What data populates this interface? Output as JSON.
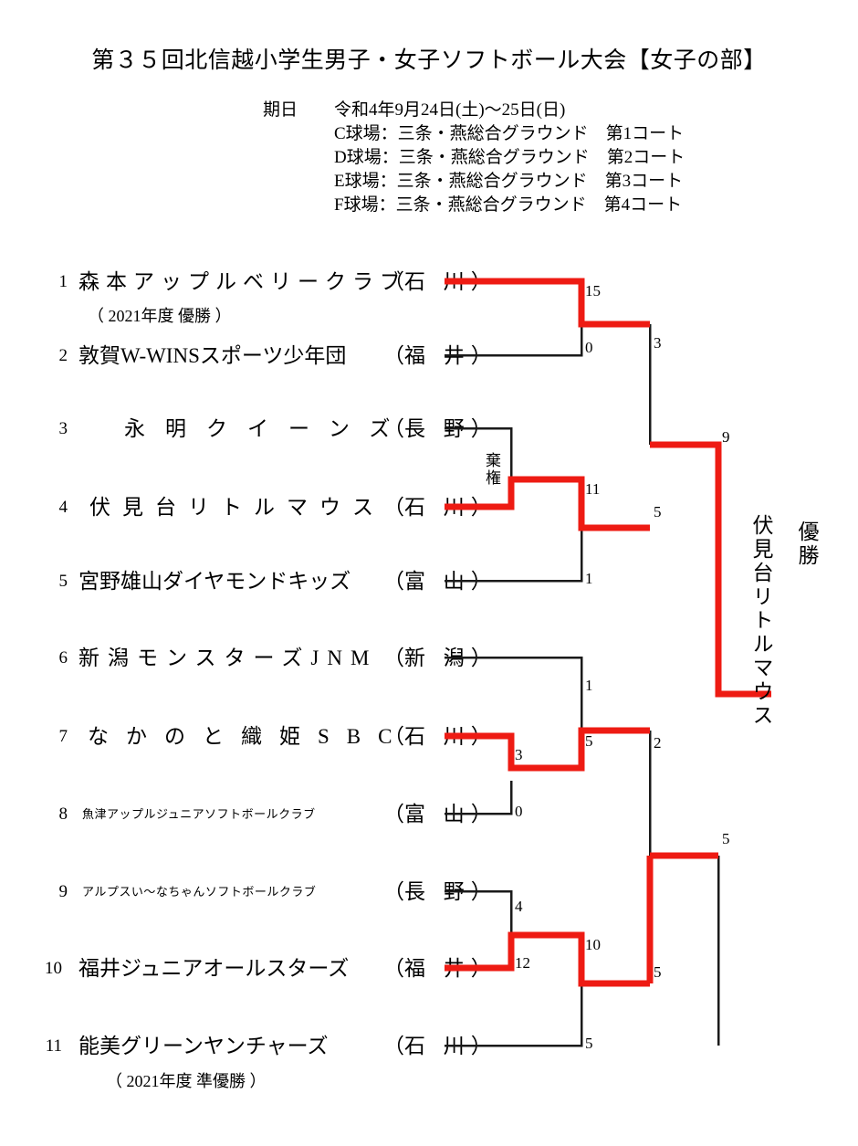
{
  "header": {
    "title": "第３５回北信越小学生男子・女子ソフトボール大会【女子の部】",
    "date_label": "期日",
    "date_value": "令和4年9月24日(土)〜25日(日)",
    "venues": [
      "C球場：三条・燕総合グラウンド　第1コート",
      "D球場：三条・燕総合グラウンド　第2コート",
      "E球場：三条・燕総合グラウンド　第3コート",
      "F球場：三条・燕総合グラウンド　第4コート"
    ]
  },
  "teams": [
    {
      "seed": "1",
      "name": "森本アップルベリークラブ",
      "pref": "石 川",
      "note": "（ 2021年度 優勝 ）"
    },
    {
      "seed": "2",
      "name": "敦賀W-WINSスポーツ少年団",
      "pref": "福 井",
      "note": ""
    },
    {
      "seed": "3",
      "name": "永明クイーンズ",
      "pref": "長 野",
      "note": ""
    },
    {
      "seed": "4",
      "name": "伏見台リトルマウス",
      "pref": "石 川",
      "note": ""
    },
    {
      "seed": "5",
      "name": "宮野雄山ダイヤモンドキッズ",
      "pref": "富 山",
      "note": ""
    },
    {
      "seed": "6",
      "name": "新潟モンスターズJNM",
      "pref": "新 潟",
      "note": ""
    },
    {
      "seed": "7",
      "name": "なかのと織姫SBC",
      "pref": "石 川",
      "note": ""
    },
    {
      "seed": "8",
      "name": "魚津アップルジュニアソフトボールクラブ",
      "pref": "富 山",
      "note": ""
    },
    {
      "seed": "9",
      "name": "アルプスい〜なちゃんソフトボールクラブ",
      "pref": "長 野",
      "note": ""
    },
    {
      "seed": "10",
      "name": "福井ジュニアオールスターズ",
      "pref": "福 井",
      "note": ""
    },
    {
      "seed": "11",
      "name": "能美グリーンヤンチャーズ",
      "pref": "石 川",
      "note": "（ 2021年度 準優勝 ）"
    }
  ],
  "scores": {
    "r1_t1": "15",
    "r1_t2": "0",
    "r1_t4": "11",
    "r1_t5": "1",
    "r1_t6": "1",
    "r1_t7": "3",
    "r1_t8": "0",
    "r1_t9": "4",
    "r1_t10": "12",
    "r1_t11": "5",
    "r2_upper": "3",
    "r2_mid": "5",
    "r2_low_a": "5",
    "r2_low_b": "10",
    "r3_upper": "9",
    "r3_lower": "2",
    "final_lower": "5"
  },
  "forfeit_label": "棄権",
  "champion": {
    "label": "優勝",
    "name": "伏見台リトルマウス"
  },
  "colors": {
    "win": "#ee1b13",
    "line": "#1a1a1a",
    "text": "#000000"
  }
}
